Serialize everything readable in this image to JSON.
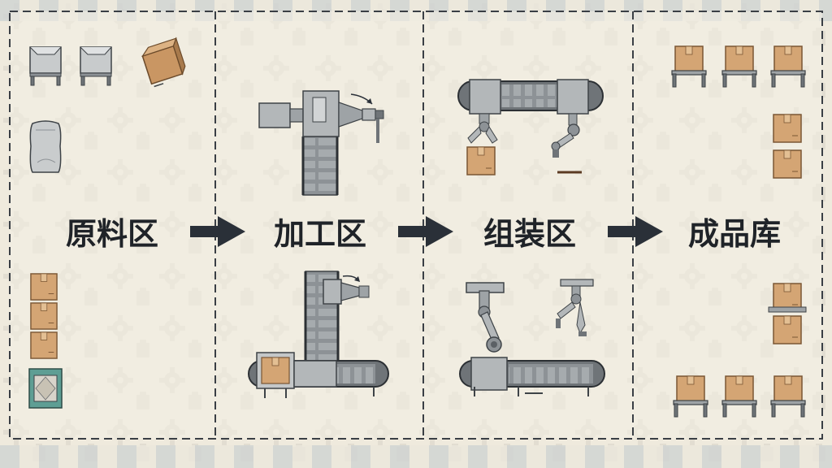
{
  "zones": [
    {
      "id": "raw",
      "label": "原料区"
    },
    {
      "id": "process",
      "label": "加工区"
    },
    {
      "id": "assembly",
      "label": "组装区"
    },
    {
      "id": "finished",
      "label": "成品库"
    }
  ],
  "colors": {
    "background": "#f1ece0",
    "tile_dark": "#cfd3d2",
    "divider": "#3a3f45",
    "arrow": "#2a3038",
    "machine": "#a9adaf",
    "machine_dark": "#5b6065",
    "box": "#d4a574",
    "box_edge": "#8a6238"
  }
}
